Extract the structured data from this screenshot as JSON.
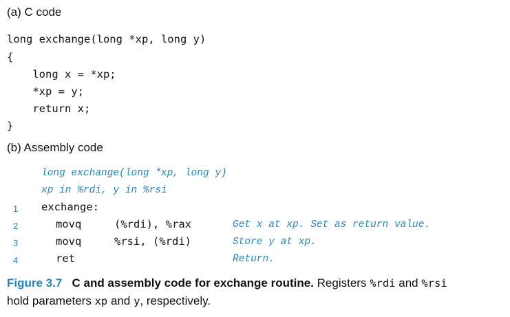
{
  "section_a": {
    "heading": "(a) C code",
    "lines": [
      "long exchange(long *xp, long y)",
      "{",
      "    long x = *xp;",
      "    *xp = y;",
      "    return x;",
      "}"
    ]
  },
  "section_b": {
    "heading": "(b) Assembly code",
    "annotations": [
      "long exchange(long *xp, long y)",
      "xp in %rdi, y in %rsi"
    ],
    "lines": [
      {
        "num": "1",
        "code": "exchange:",
        "comment": ""
      },
      {
        "num": "2",
        "op": "movq",
        "args": "(%rdi), %rax",
        "comment": "Get x at xp. Set as return value."
      },
      {
        "num": "3",
        "op": "movq",
        "args": "%rsi, (%rdi)",
        "comment": "Store y at xp."
      },
      {
        "num": "4",
        "op": "ret",
        "args": "",
        "comment": "Return."
      }
    ]
  },
  "caption": {
    "label": "Figure 3.7",
    "title": "C and assembly code for exchange routine.",
    "text_1": "Registers",
    "reg_1": "%rdi",
    "text_2": "and",
    "reg_2": "%rsi",
    "text_3": "hold parameters",
    "param_1": "xp",
    "text_4": "and",
    "param_2": "y",
    "text_5": ", respectively."
  },
  "colors": {
    "accent": "#1f86c4",
    "text": "#111111",
    "background": "#ffffff"
  }
}
